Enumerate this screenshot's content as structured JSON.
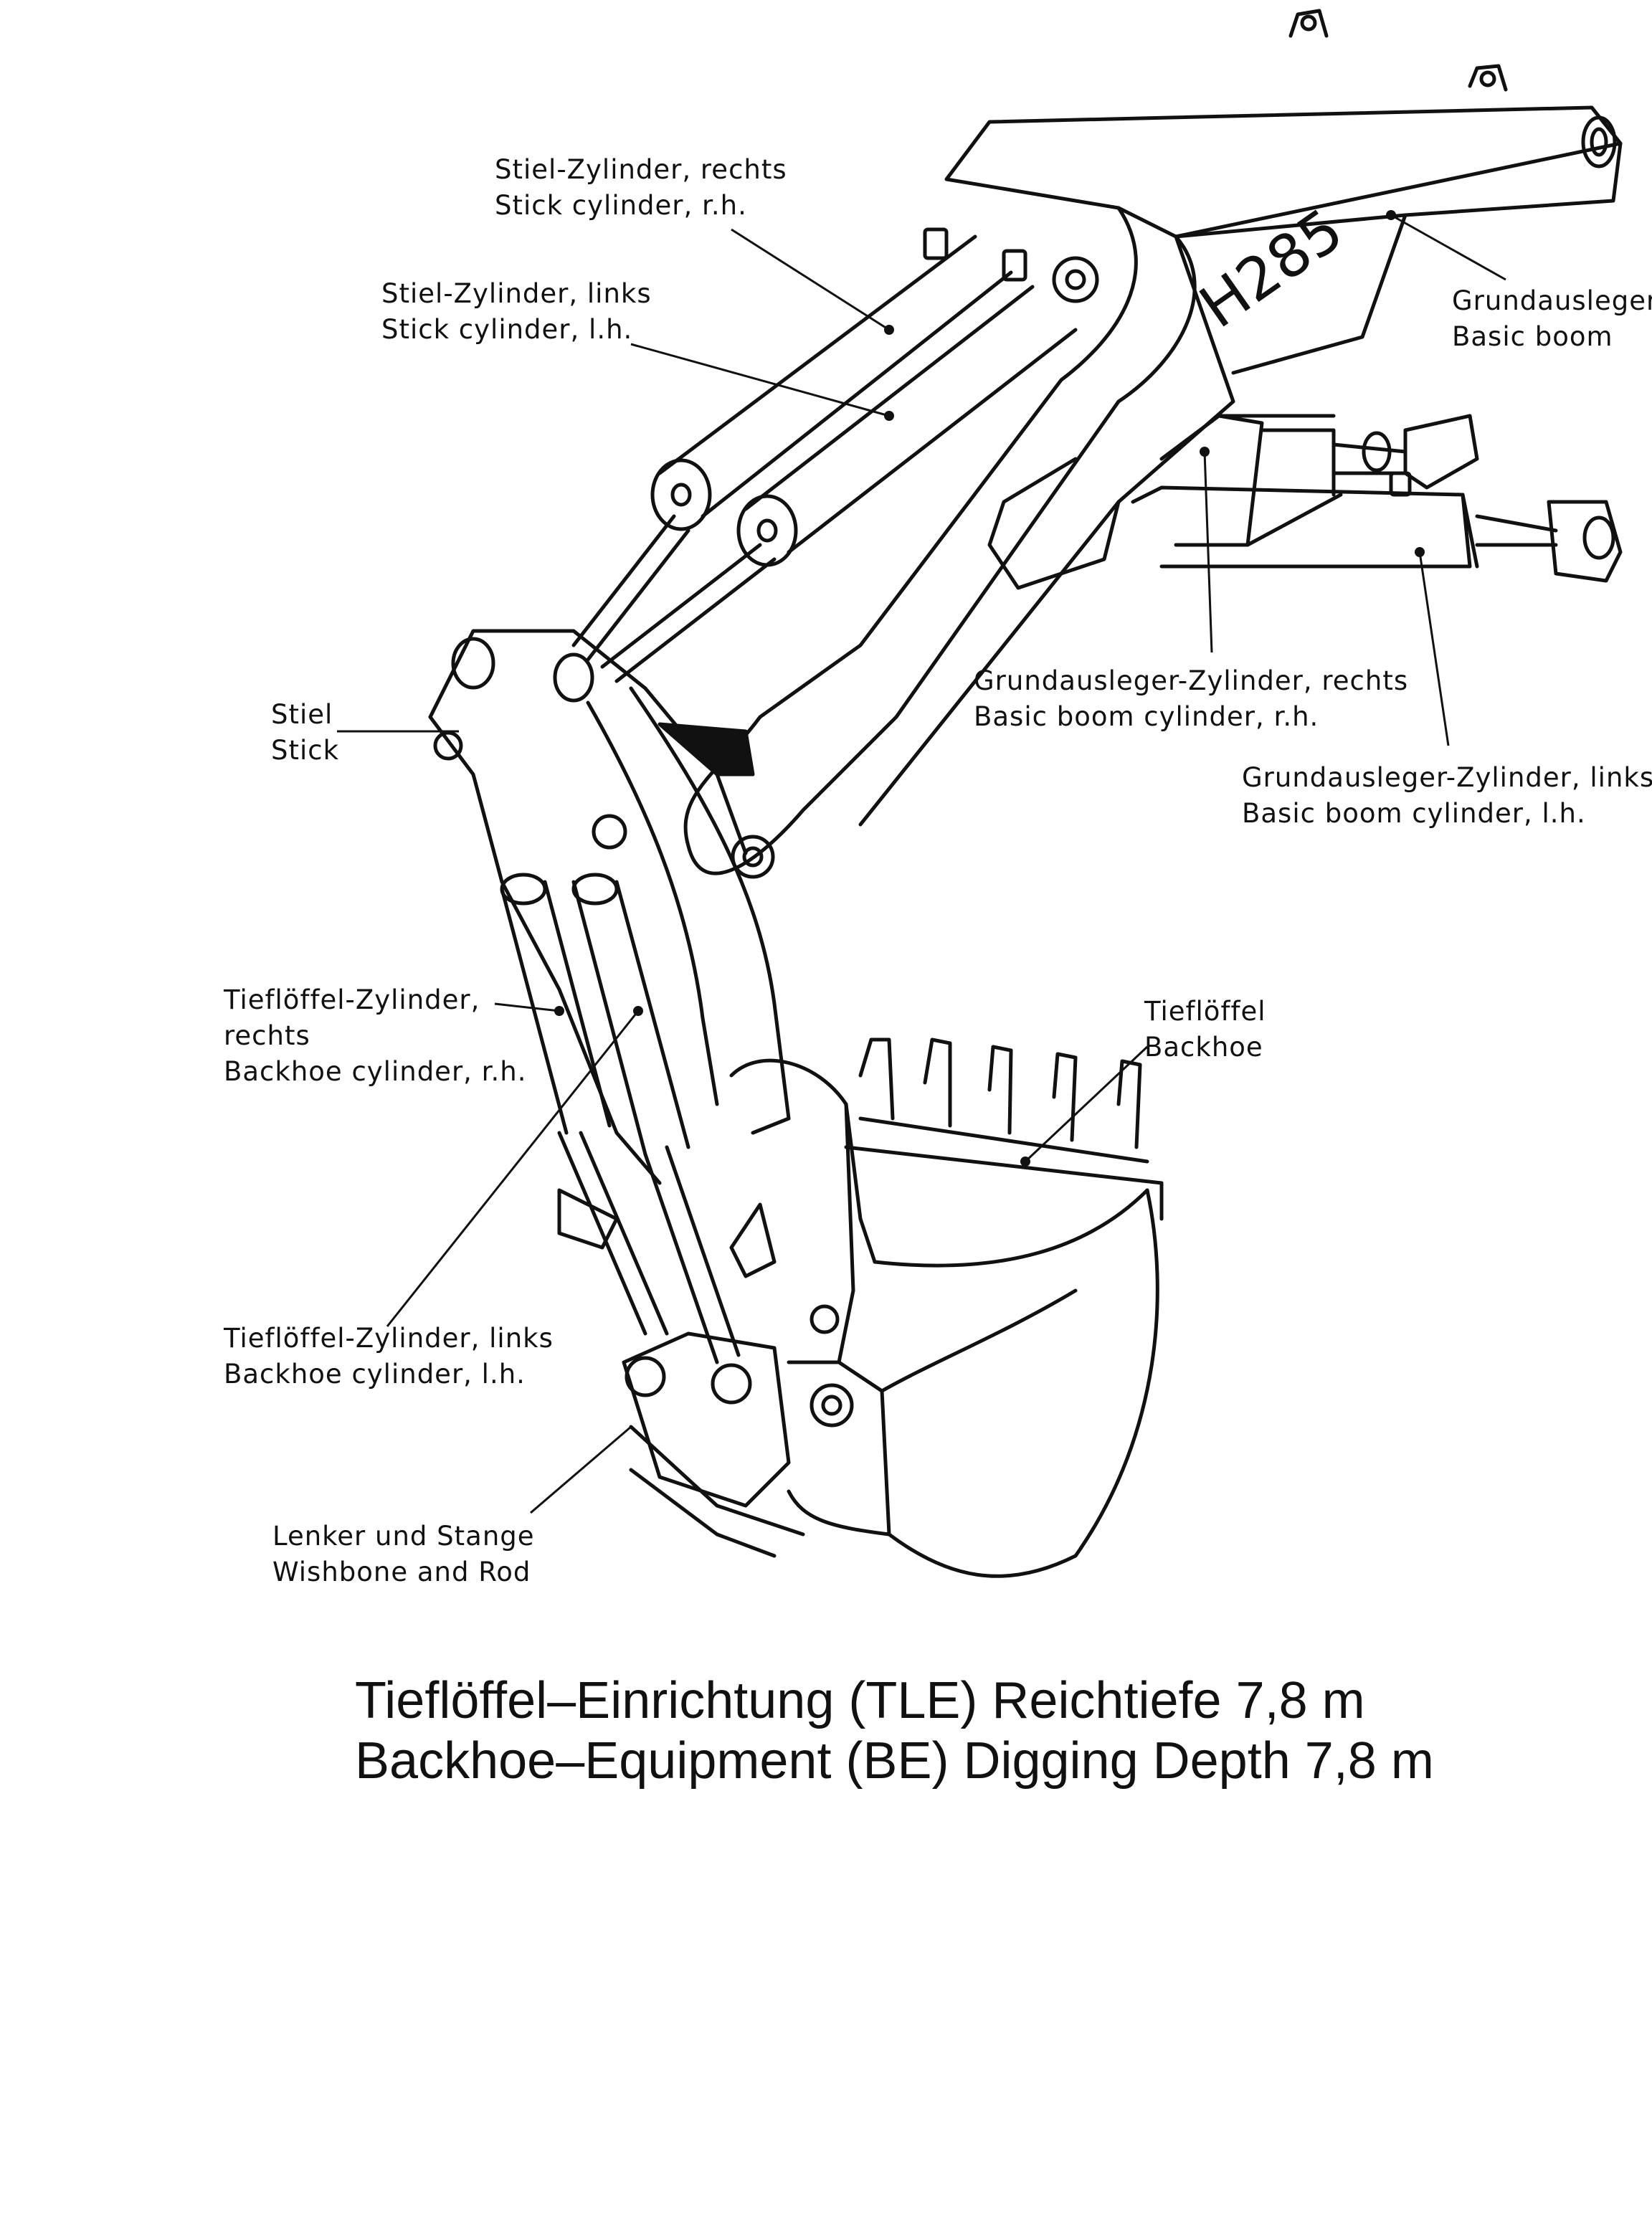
{
  "diagram": {
    "model_marking": "H285",
    "callouts": {
      "stick_cylinder_rh": {
        "de": "Stiel-Zylinder, rechts",
        "en": "Stick cylinder, r.h."
      },
      "stick_cylinder_lh": {
        "de": "Stiel-Zylinder, links",
        "en": "Stick cylinder, l.h."
      },
      "basic_boom": {
        "de": "Grundausleger",
        "en": "Basic boom"
      },
      "stick": {
        "de": "Stiel",
        "en": "Stick"
      },
      "boom_cylinder_rh": {
        "de": "Grundausleger-Zylinder, rechts",
        "en": "Basic boom cylinder, r.h."
      },
      "boom_cylinder_lh": {
        "de": "Grundausleger-Zylinder, links",
        "en": "Basic boom cylinder, l.h."
      },
      "backhoe_cylinder_rh": {
        "de": "Tieflöffel-Zylinder,",
        "de2": "rechts",
        "en": "Backhoe cylinder, r.h."
      },
      "backhoe": {
        "de": "Tieflöffel",
        "en": "Backhoe"
      },
      "backhoe_cylinder_lh": {
        "de": "Tieflöffel-Zylinder, links",
        "en": "Backhoe cylinder, l.h."
      },
      "wishbone_rod": {
        "de": "Lenker und Stange",
        "en": "Wishbone and Rod"
      }
    }
  },
  "caption": {
    "line1": "Tieflöffel–Einrichtung (TLE) Reichtiefe 7,8 m",
    "line2": "Backhoe–Equipment (BE) Digging Depth 7,8 m"
  }
}
